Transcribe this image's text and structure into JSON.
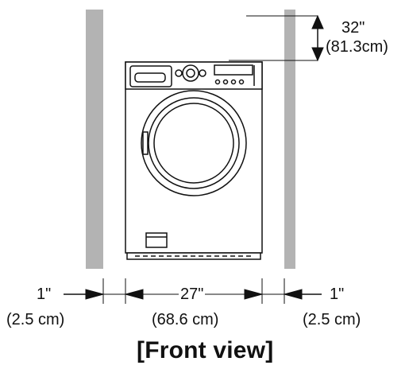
{
  "clearance_top": {
    "value_in": "32\"",
    "value_cm": "(81.3cm)"
  },
  "clearance_left": {
    "value_in": "1\"",
    "value_cm": "(2.5 cm)"
  },
  "width": {
    "value_in": "27\"",
    "value_cm": "(68.6 cm)"
  },
  "clearance_right": {
    "value_in": "1\"",
    "value_cm": "(2.5 cm)"
  },
  "caption": "[Front view]",
  "colors": {
    "recess": "#b3b3b3",
    "line": "#111111",
    "background": "#ffffff"
  }
}
